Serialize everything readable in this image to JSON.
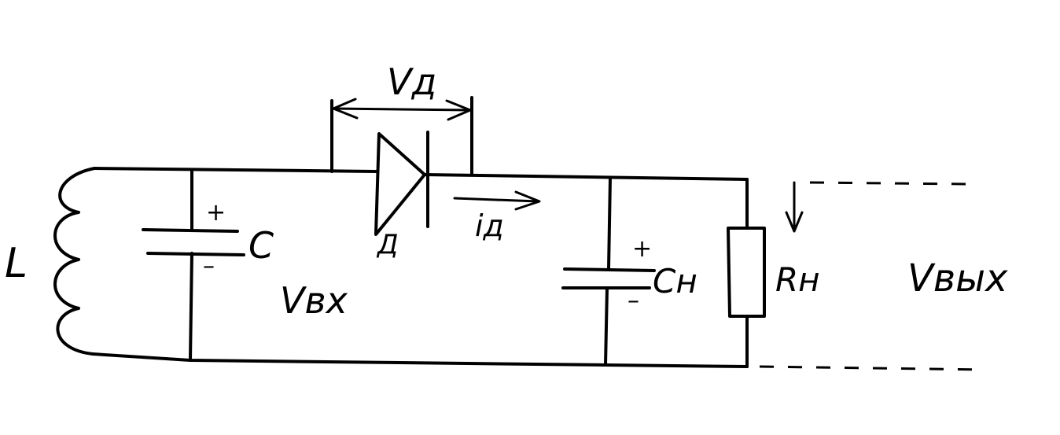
{
  "labels": {
    "inductor": "L",
    "capacitor_in": "C",
    "capacitor_in_plus": "+",
    "capacitor_in_minus": "–",
    "input_voltage": "Vвх",
    "diode_voltage": "Vд",
    "diode": "Д",
    "diode_current": "iд",
    "capacitor_load": "Cн",
    "capacitor_load_plus": "+",
    "capacitor_load_minus": "–",
    "resistor_load": "Rн",
    "output_voltage": "Vвых"
  }
}
